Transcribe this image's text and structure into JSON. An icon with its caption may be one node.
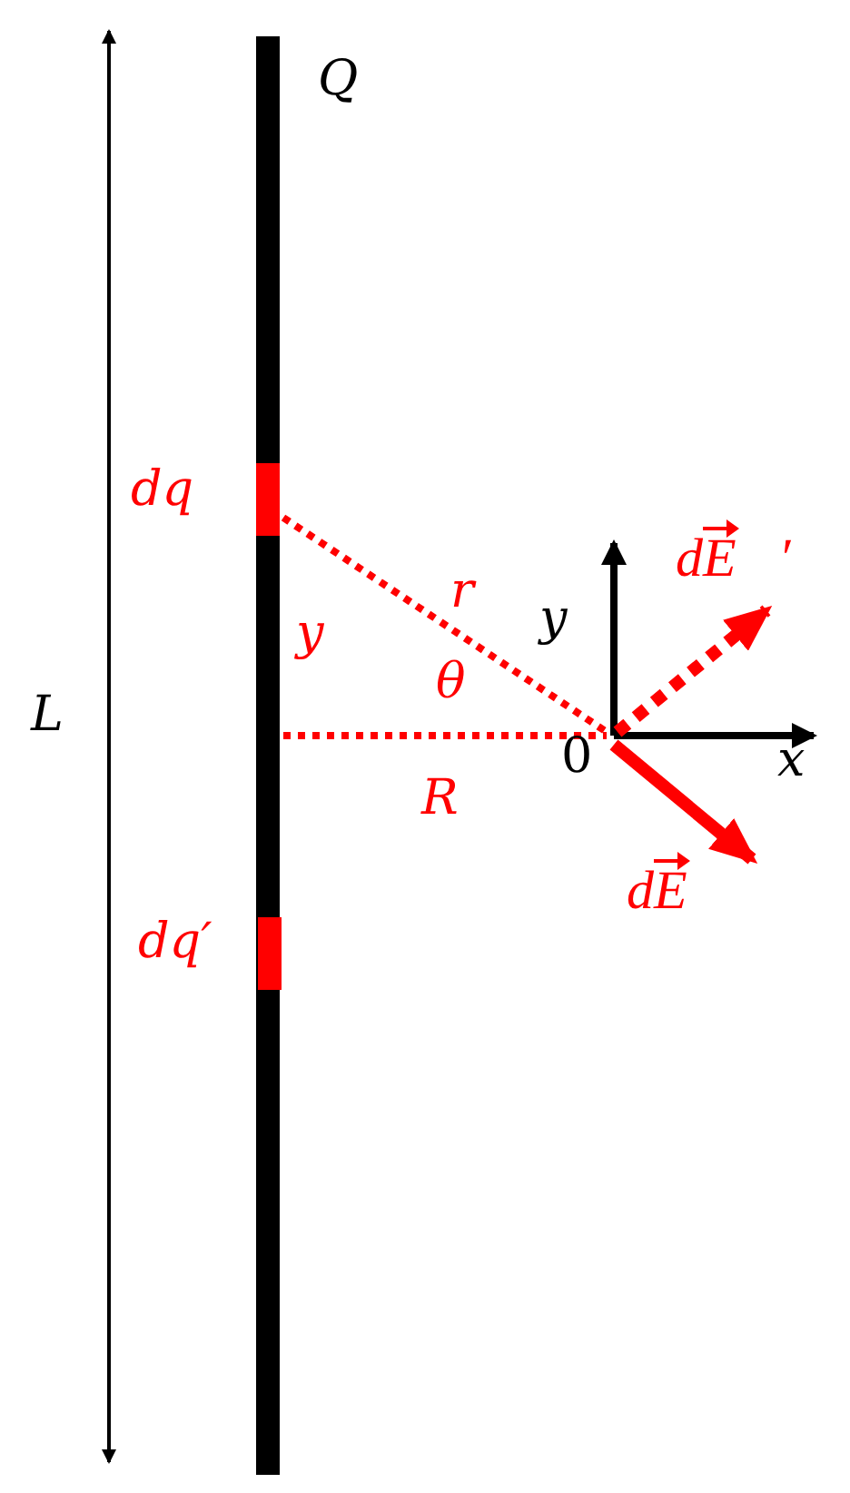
{
  "diagram": {
    "labels": [
      "Q",
      "dq",
      "r",
      "y",
      "dE⃗′",
      "y",
      "L",
      "θ",
      "0",
      "x",
      "R",
      "dE⃗",
      "dq′"
    ]
  }
}
